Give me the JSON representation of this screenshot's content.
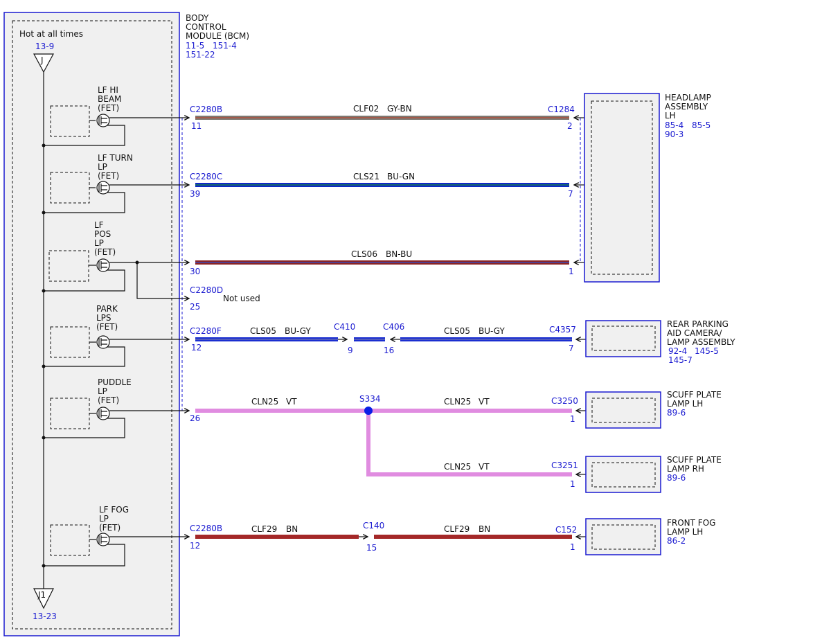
{
  "colors": {
    "blue": "#1a1ad0",
    "panel_fill": "#f0f0f0",
    "gy_bn": "#7d7872",
    "gy_bn_stripe": "#b0503c",
    "bu_gn": "#1028c8",
    "bu_gn_stripe": "#1a8a3a",
    "bn_bu": "#8a2424",
    "bn_bu_stripe": "#3050d0",
    "bu_gy": "#1a2ed0",
    "vt": "#e08ce0",
    "bn": "#a42828",
    "splice": "#0a1ee6"
  },
  "bcm": {
    "title_lines": [
      "BODY",
      "CONTROL",
      "MODULE (BCM)"
    ],
    "refs": [
      "11-5",
      "151-4",
      "151-22"
    ],
    "hot_label": "Hot at all times",
    "top_ref": "13-9",
    "top_connector": "J",
    "bottom_connector": "J1",
    "bottom_ref": "13-23"
  },
  "drivers": [
    {
      "lines": [
        "LF HI",
        "BEAM",
        "(FET)"
      ]
    },
    {
      "lines": [
        "LF TURN",
        "LP",
        "(FET)"
      ]
    },
    {
      "lines": [
        "LF",
        "POS",
        "LP",
        "(FET)"
      ]
    },
    {
      "lines": [
        "PARK",
        "LPS",
        "(FET)"
      ]
    },
    {
      "lines": [
        "PUDDLE",
        "LP",
        "(FET)"
      ]
    },
    {
      "lines": [
        "LF FOG",
        "LP",
        "(FET)"
      ]
    }
  ],
  "circuits": [
    {
      "connector": "C2280B",
      "pin": "11",
      "circuit": "CLF02",
      "color": "GY-BN",
      "far_connector": "C1284",
      "far_pin": "2"
    },
    {
      "connector": "C2280C",
      "pin": "39",
      "circuit": "CLS21",
      "color": "BU-GN",
      "far_pin": "7"
    },
    {
      "pin": "30",
      "circuit": "CLS06",
      "color": "BN-BU",
      "far_pin": "1"
    },
    {
      "connector": "C2280D",
      "pin": "25",
      "note": "Not used"
    },
    {
      "connector": "C2280F",
      "pin": "12",
      "circuit": "CLS05",
      "color": "BU-GY",
      "mid_a": "C410",
      "mid_a_pin": "9",
      "mid_b": "C406",
      "mid_b_pin": "16",
      "circuit2": "CLS05",
      "color2": "BU-GY",
      "far_connector": "C4357",
      "far_pin": "7"
    },
    {
      "pin": "26",
      "circuit": "CLN25",
      "color": "VT",
      "splice": "S334",
      "circuit2": "CLN25",
      "color2": "VT",
      "far_connector": "C3250",
      "far_pin": "1"
    },
    {
      "circuit": "CLN25",
      "color": "VT",
      "far_connector": "C3251",
      "far_pin": "1"
    },
    {
      "connector": "C2280B",
      "pin": "12",
      "circuit": "CLF29",
      "color": "BN",
      "mid": "C140",
      "mid_pin": "15",
      "circuit2": "CLF29",
      "color2": "BN",
      "far_connector": "C152",
      "far_pin": "1"
    }
  ],
  "components": [
    {
      "lines": [
        "HEADLAMP",
        "ASSEMBLY",
        "LH"
      ],
      "refs": [
        "85-4",
        "85-5",
        "90-3"
      ]
    },
    {
      "lines": [
        "REAR PARKING",
        "AID CAMERA/",
        "LAMP ASSEMBLY"
      ],
      "refs": [
        "92-4",
        "145-5",
        "145-7"
      ]
    },
    {
      "lines": [
        "SCUFF PLATE",
        "LAMP LH"
      ],
      "refs": [
        "89-6"
      ]
    },
    {
      "lines": [
        "SCUFF PLATE",
        "LAMP RH"
      ],
      "refs": [
        "89-6"
      ]
    },
    {
      "lines": [
        "FRONT FOG",
        "LAMP LH"
      ],
      "refs": [
        "86-2"
      ]
    }
  ]
}
